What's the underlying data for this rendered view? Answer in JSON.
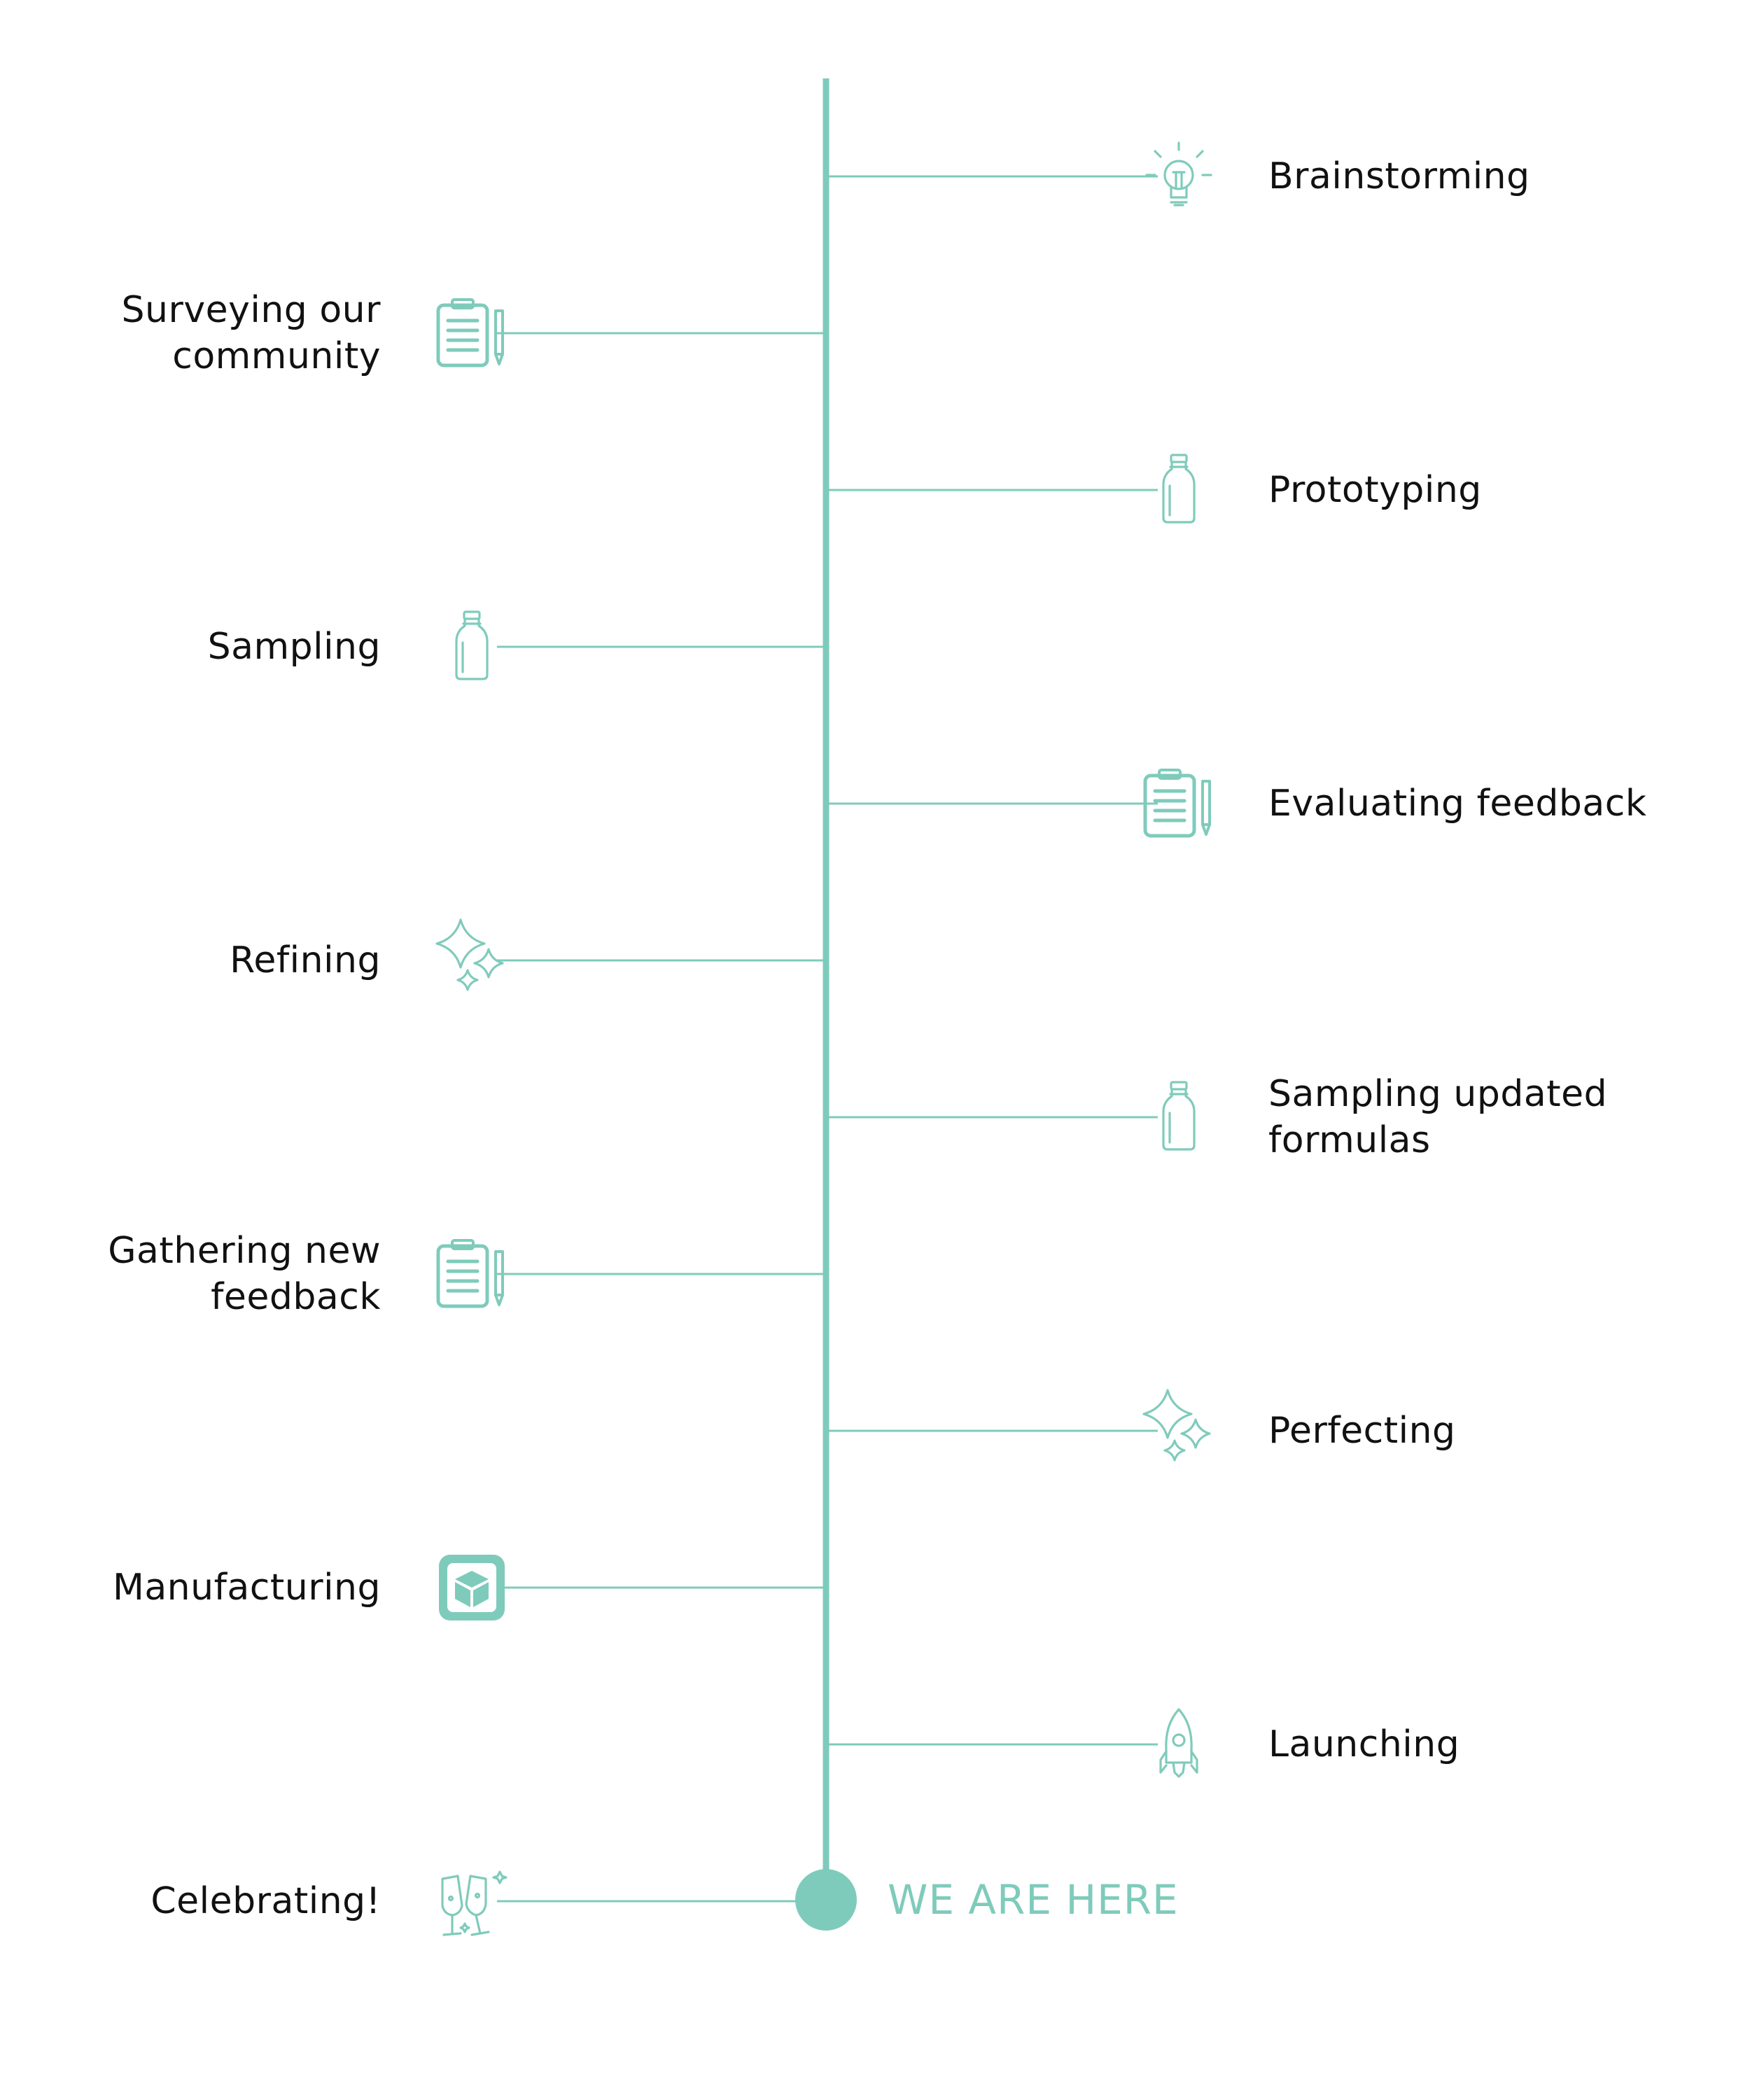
{
  "accent_color": "#7fcbbb",
  "text_color": "#111111",
  "steps": [
    {
      "label": "Brainstorming",
      "icon": "lightbulb-icon",
      "side": "right"
    },
    {
      "label": "Surveying our\ncommunity",
      "icon": "clipboard-icon",
      "side": "left"
    },
    {
      "label": "Prototyping",
      "icon": "bottle-icon",
      "side": "right"
    },
    {
      "label": "Sampling",
      "icon": "bottle-icon",
      "side": "left"
    },
    {
      "label": "Evaluating feedback",
      "icon": "clipboard-icon",
      "side": "right"
    },
    {
      "label": "Refining",
      "icon": "sparkles-icon",
      "side": "left"
    },
    {
      "label": "Sampling updated\nformulas",
      "icon": "bottle-icon",
      "side": "right"
    },
    {
      "label": "Gathering new\nfeedback",
      "icon": "clipboard-icon",
      "side": "left"
    },
    {
      "label": "Perfecting",
      "icon": "sparkles-icon",
      "side": "right"
    },
    {
      "label": "Manufacturing",
      "icon": "box-icon",
      "side": "left"
    },
    {
      "label": "Launching",
      "icon": "rocket-icon",
      "side": "right"
    },
    {
      "label": "Celebrating!",
      "icon": "champagne-icon",
      "side": "left"
    }
  ],
  "marker": {
    "label": "WE ARE HERE"
  }
}
